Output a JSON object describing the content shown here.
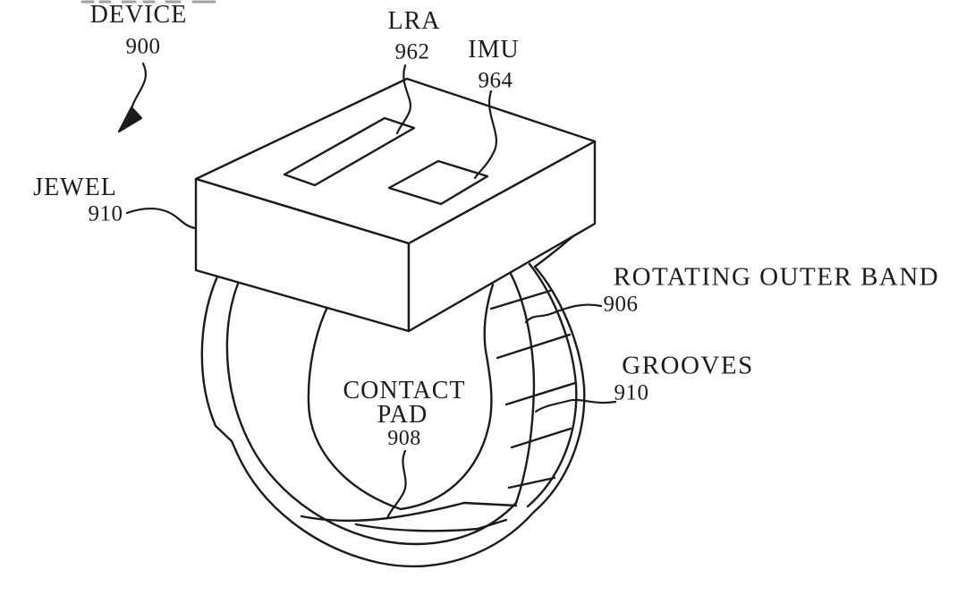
{
  "figure": {
    "background": "#ffffff",
    "line_color": "#1b1b1b",
    "callouts": {
      "device": {
        "label": "DEVICE",
        "ref": "900"
      },
      "lra": {
        "label": "LRA",
        "ref": "962"
      },
      "imu": {
        "label": "IMU",
        "ref": "964"
      },
      "jewel": {
        "label": "JEWEL",
        "ref": "910"
      },
      "rotating_outer_band": {
        "label": "ROTATING OUTER BAND",
        "ref": "906"
      },
      "grooves": {
        "label": "GROOVES",
        "ref": "910"
      },
      "contact_pad": {
        "label_line1": "CONTACT",
        "label_line2": "PAD",
        "ref": "908"
      }
    }
  }
}
